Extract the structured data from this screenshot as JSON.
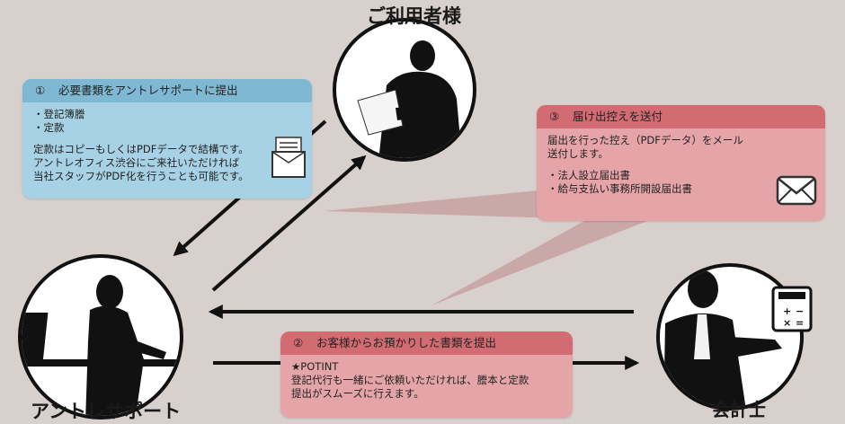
{
  "labels": {
    "client": "ご利用者様",
    "support": "アントレサポート",
    "accountant": "会計士"
  },
  "box1": {
    "number": "①",
    "title": "必要書類をアントレサポートに提出",
    "items": [
      "・登記簿謄",
      "・定款"
    ],
    "notes": [
      "定款はコピーもしくはPDFデータで結構です。",
      "アントレオフィス渋谷にご来社いただければ",
      "当社スタッフがPDF化を行うことも可能です。"
    ]
  },
  "box2": {
    "number": "②",
    "title": "お客様からお預かりした書類を提出",
    "notes": [
      "★POTINT",
      "登記代行も一緒にご依頼いただければ、謄本と定款",
      "提出がスムーズに行えます。"
    ]
  },
  "box3": {
    "number": "③",
    "title": "届け出控えを送付",
    "notes": [
      "届出を行った控え（PDFデータ）をメール",
      "送付します。"
    ],
    "items": [
      "・法人設立届出書",
      "・給与支払い事務所開設届出書"
    ]
  },
  "colors": {
    "background": "#d8d0cd",
    "blue_head": "#7fb8d3",
    "blue_body": "#a7d2e5",
    "red_head": "#d36b72",
    "red_body": "#e5a5a8",
    "arrow": "#111111"
  },
  "icons": {
    "document_tray": "document-tray-icon",
    "envelope": "envelope-icon",
    "calculator": "calculator-icon"
  }
}
